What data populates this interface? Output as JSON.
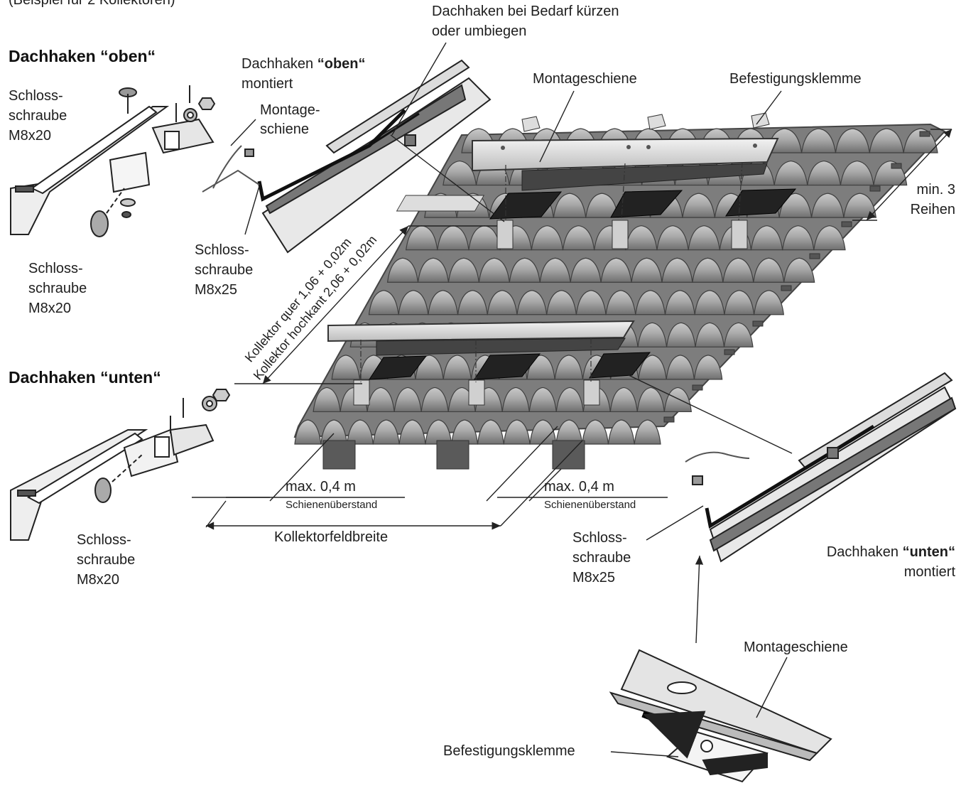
{
  "caption_top": "(Beispiel für 2 Kollektoren)",
  "hint_shorten": [
    "Dachhaken bei Bedarf kürzen",
    "oder umbiegen"
  ],
  "hook_top": {
    "heading": "Dachhaken “oben“",
    "screw_a": [
      "Schloss-",
      "schraube",
      "M8x20"
    ],
    "screw_b": [
      "Schloss-",
      "schraube",
      "M8x20"
    ]
  },
  "hook_top_mounted": {
    "line1": "Dachhaken ",
    "line1_bold": "“oben“",
    "line2": "montiert",
    "rail": [
      "Montage-",
      "schiene"
    ],
    "screw": [
      "Schloss-",
      "schraube",
      "M8x25"
    ]
  },
  "hook_bottom": {
    "heading": "Dachhaken “unten“",
    "screw": [
      "Schloss-",
      "schraube",
      "M8x20"
    ]
  },
  "hook_bottom_mounted": {
    "line1": "Dachhaken ",
    "line1_bold": "“unten“",
    "line2": "montiert",
    "screw": [
      "Schloss-",
      "schraube",
      "M8x25"
    ]
  },
  "rail_label": "Montageschiene",
  "clamp_label": "Befestigungsklemme",
  "rows": [
    "min. 3",
    "Reihen"
  ],
  "dim_collector": [
    "Kollektor quer 1,06 + 0,02m",
    "Kollektor hochkant 2,06 + 0,02m"
  ],
  "overhang_left": {
    "value": "max. 0,4 m",
    "label": "Schienenüberstand"
  },
  "overhang_right": {
    "value": "max. 0,4 m",
    "label": "Schienenüberstand"
  },
  "field_width": "Kollektorfeldbreite",
  "detail": {
    "rail": "Montageschiene",
    "clamp": "Befestigungsklemme"
  }
}
